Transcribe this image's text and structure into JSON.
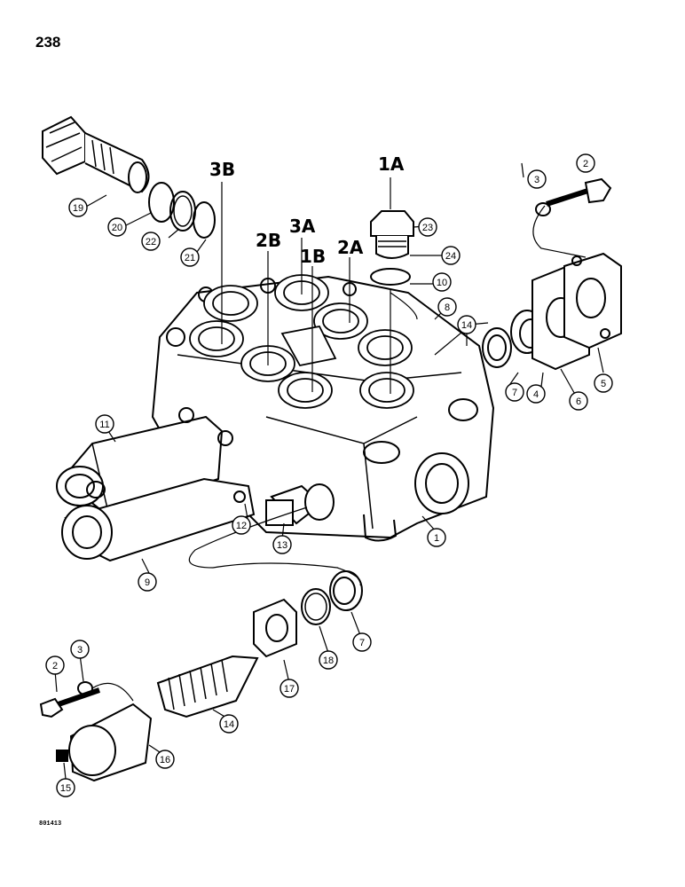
{
  "page": {
    "number": "238",
    "drawing_code": "801413"
  },
  "port_labels": [
    "3B",
    "2B",
    "3A",
    "1B",
    "2A",
    "1A"
  ],
  "callouts": [
    "1",
    "2",
    "3",
    "4",
    "5",
    "6",
    "7",
    "8",
    "9",
    "10",
    "11",
    "12",
    "13",
    "14",
    "15",
    "16",
    "17",
    "18",
    "19",
    "20",
    "21",
    "22",
    "23",
    "24",
    "2",
    "3",
    "7",
    "14"
  ]
}
